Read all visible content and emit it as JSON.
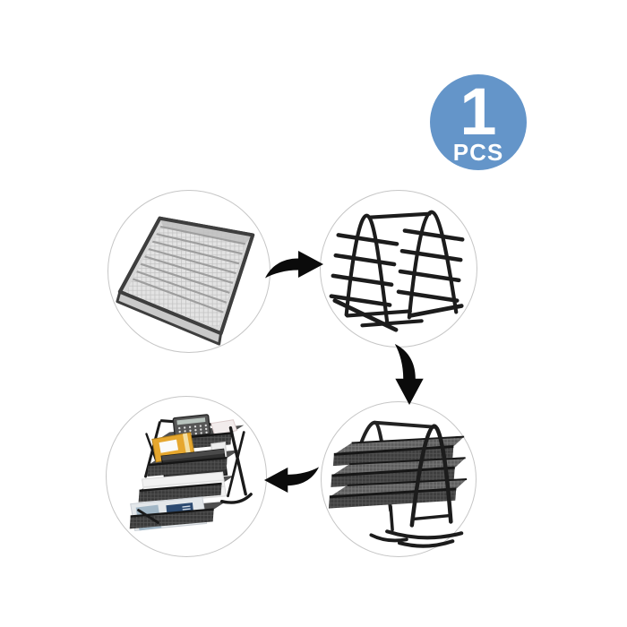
{
  "page": {
    "background_color": "#ffffff"
  },
  "badge": {
    "quantity": "1",
    "unit": "PCS",
    "background_color": "#6495c9",
    "text_color": "#ffffff"
  },
  "flow": {
    "arrow_color": "#0b0b0b",
    "circle_border_color": "#c6c6c6",
    "icons": [
      "right-arrow-icon",
      "down-arrow-icon",
      "left-arrow-icon"
    ],
    "steps": [
      {
        "name": "single-silver-mesh-tray"
      },
      {
        "name": "black-wire-frame-rack"
      },
      {
        "name": "rack-with-three-black-mesh-trays"
      },
      {
        "name": "assembled-four-tier-organizer-with-office-supplies"
      }
    ]
  },
  "colors": {
    "product_black": "#1f1f1f",
    "mesh_silver": "#dedede",
    "envelope_yellow": "#e6a72e",
    "document_navy": "#2c4a70"
  }
}
